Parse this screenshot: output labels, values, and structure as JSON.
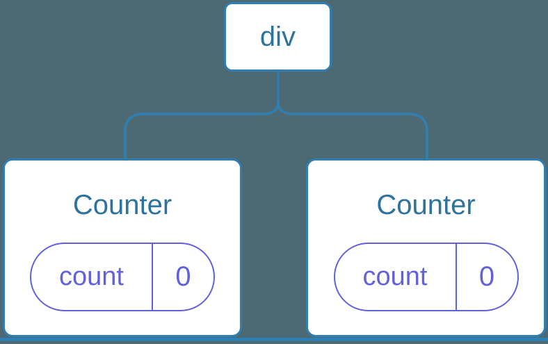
{
  "colors": {
    "background": "#4d6974",
    "line": "#2f7fb3",
    "node_fill": "#ffffff",
    "label": "#2d739e",
    "state": "#6161dc"
  },
  "tree": {
    "root": {
      "label": "div"
    },
    "children": [
      {
        "label": "Counter",
        "state": {
          "key": "count",
          "value": "0"
        }
      },
      {
        "label": "Counter",
        "state": {
          "key": "count",
          "value": "0"
        }
      }
    ]
  }
}
